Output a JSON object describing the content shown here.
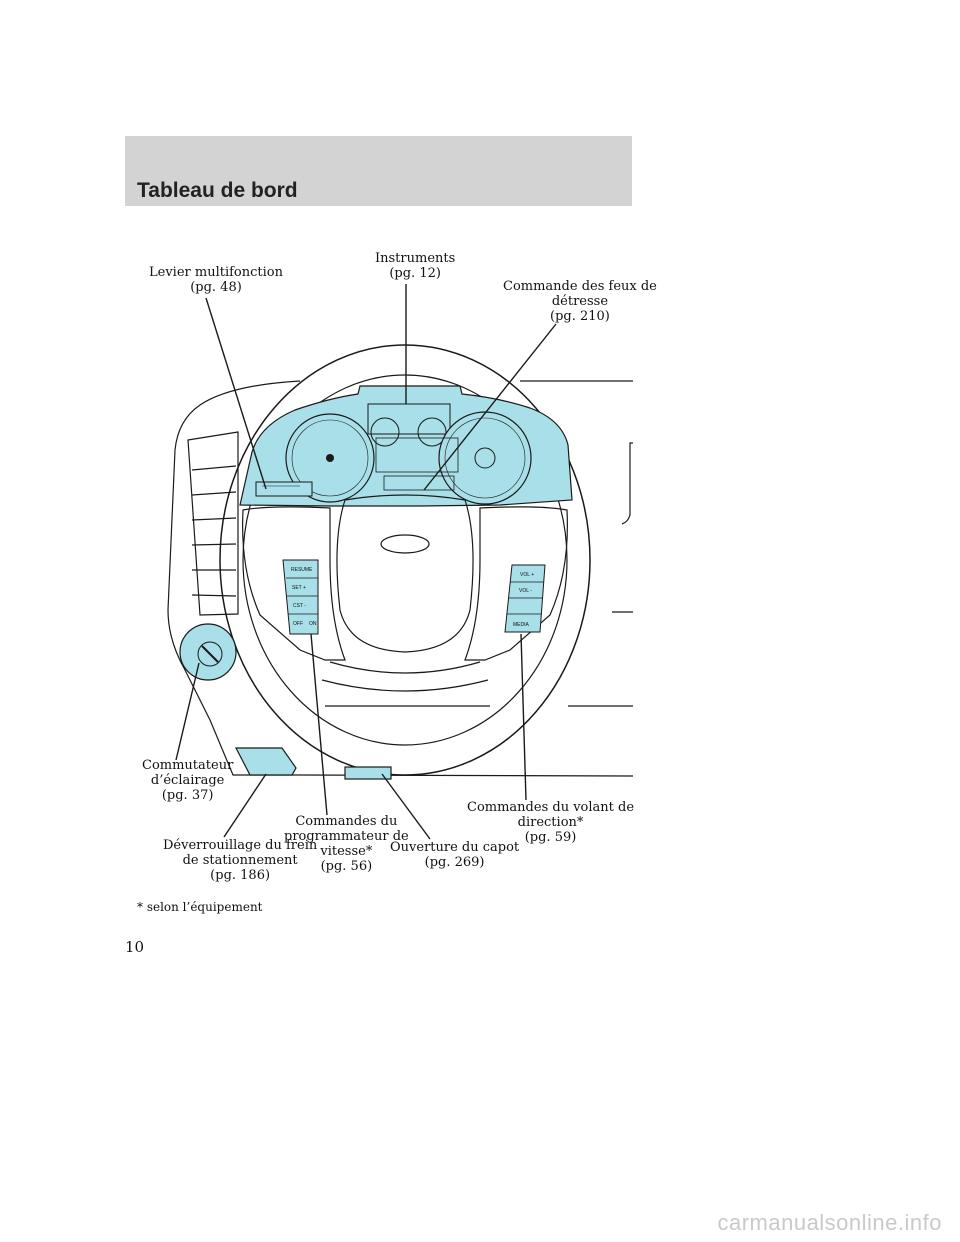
{
  "header": {
    "title": "Tableau de bord"
  },
  "callouts": {
    "multifunction": {
      "lines": [
        "Levier multifonction",
        "(pg. 48)"
      ]
    },
    "instruments": {
      "lines": [
        "Instruments",
        "(pg. 12)"
      ]
    },
    "hazard": {
      "lines": [
        "Commande des feux de",
        "détresse",
        "(pg. 210)"
      ]
    },
    "lighting": {
      "lines": [
        "Commutateur",
        "d’éclairage",
        "(pg. 37)"
      ]
    },
    "parking_brake": {
      "lines": [
        "Déverrouillage du frein",
        "de stationnement",
        "(pg. 186)"
      ]
    },
    "cruise": {
      "lines": [
        "Commandes du",
        "programmateur de",
        "vitesse*",
        "(pg. 56)"
      ]
    },
    "hood": {
      "lines": [
        "Ouverture du capot",
        "(pg. 269)"
      ]
    },
    "steering": {
      "lines": [
        "Commandes du volant de",
        "direction*",
        "(pg. 59)"
      ]
    }
  },
  "cruise_buttons": [
    "RESUME",
    "SET +",
    "CST -",
    "OFF",
    "ON"
  ],
  "audio_buttons": [
    "VOL +",
    "VOL -",
    "MEDIA"
  ],
  "footnote": "* selon l’équipement",
  "page_number": "10",
  "watermark": "carmanualsonline.info",
  "colors": {
    "cluster": "#a8dfe8",
    "header_band": "#d3d3d3",
    "line": "#1a1a1a"
  }
}
